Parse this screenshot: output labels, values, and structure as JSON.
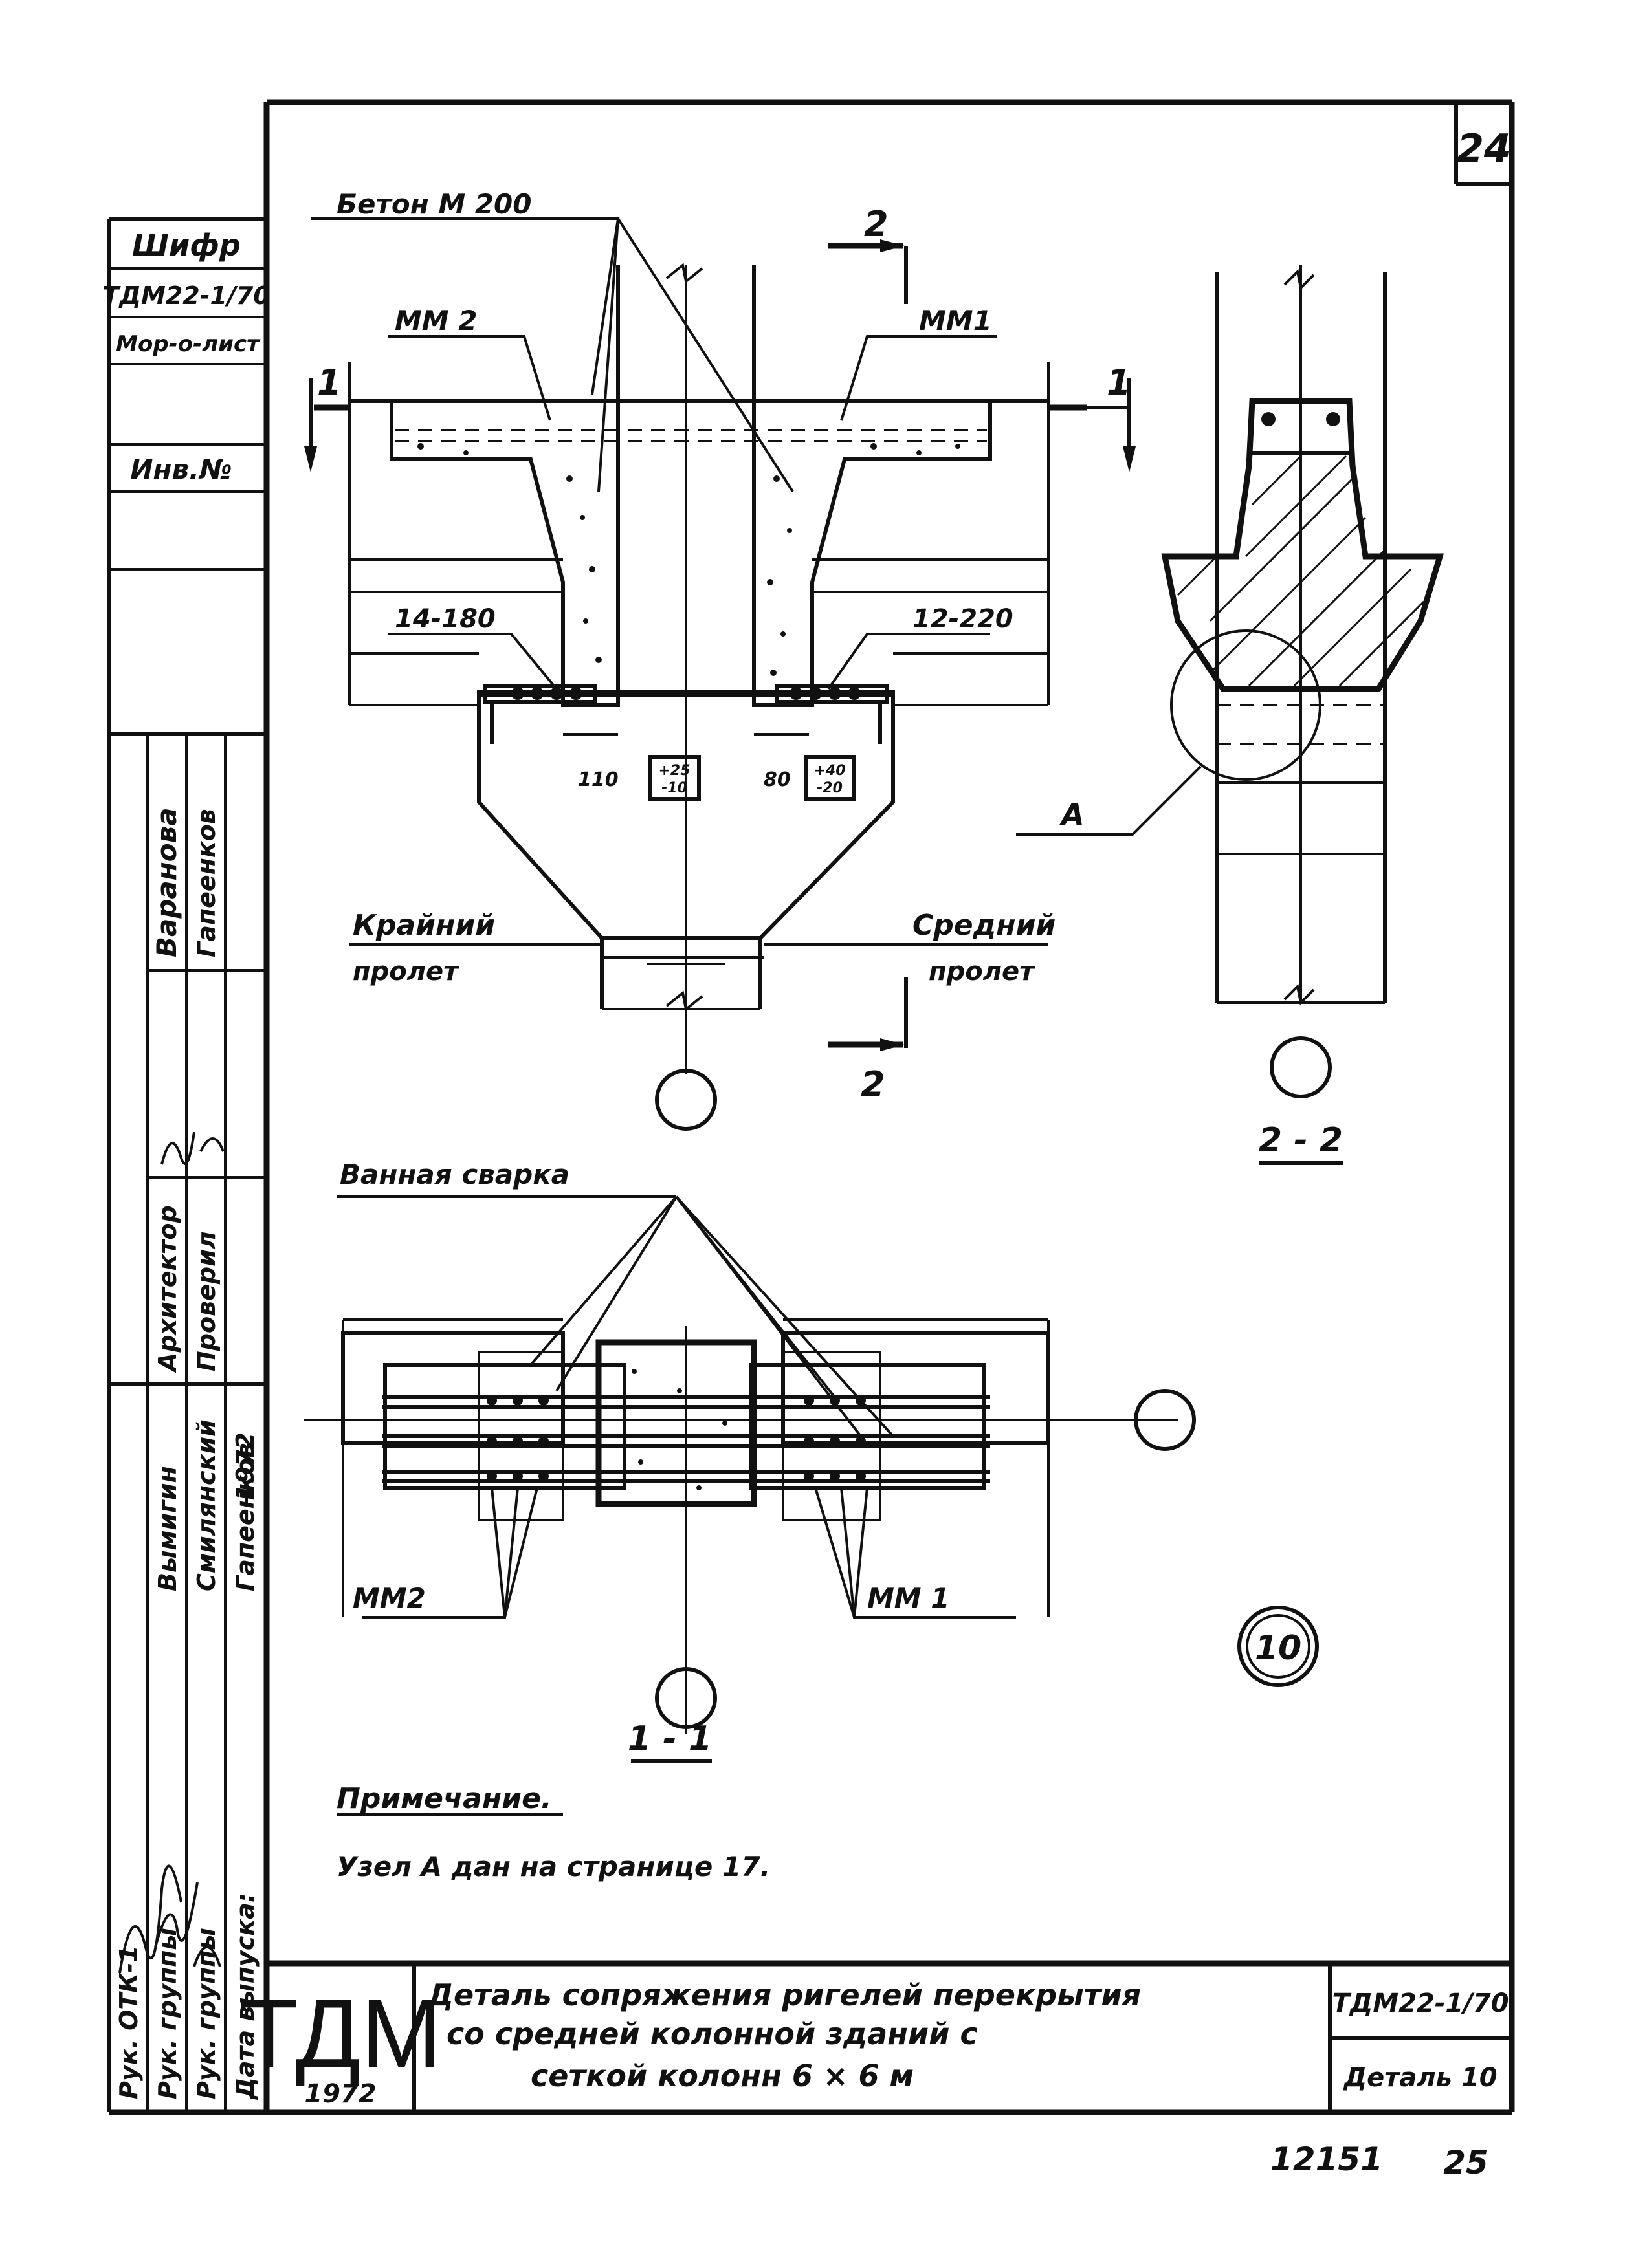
{
  "sheet_number": "24",
  "bottom_numbers": {
    "left": "12151",
    "right": "25"
  },
  "side_stamp": {
    "cipher_label": "Шифр",
    "cipher_value": "ТДМ22-1/70",
    "sheet_field": "Мор-о-лист",
    "inv_label": "Инв.№",
    "columns": [
      [
        "Рук. ОТК-1",
        "Рук. группы",
        "Рук. группы"
      ],
      [
        "Вымигин",
        "Смилянский",
        "Гапеенков"
      ],
      [
        "Архитектор",
        "Проверил",
        "Дата выпуска:"
      ],
      [
        "Варанова",
        "Гапеенков",
        "1972"
      ]
    ]
  },
  "drawing": {
    "labels": {
      "concrete": "Бетон М 200",
      "mm2": "ММ 2",
      "mm1": "ММ1",
      "bar_left": "14-180",
      "bar_right": "12-220",
      "dim_left": "110",
      "dim_right": "80",
      "box_left_top": "+25",
      "box_left_bottom": "-10",
      "box_right_top": "+40",
      "box_right_bottom": "-20",
      "span_left_1": "Крайний",
      "span_left_2": "пролет",
      "span_right_1": "Средний",
      "span_right_2": "пролет",
      "cut_2": "2",
      "cut_1": "1",
      "node_a": "А",
      "section_22": "2 - 2",
      "bath_weld": "Ванная сварка",
      "mm2_plan": "ММ2",
      "mm1_plan": "ММ 1",
      "section_11": "1 - 1",
      "detail_no": "10"
    },
    "note_title": "Примечание.",
    "note_text": "Узел А дан на странице 17."
  },
  "title_block": {
    "logo": "ТДМ",
    "logo_year": "1972",
    "title_line1": "Деталь сопряжения ригелей перекрытия",
    "title_line2": "со средней колонной зданий с",
    "title_line3": "сеткой колонн 6 × 6 м",
    "code": "ТДМ22-1/70",
    "detail": "Деталь 10"
  }
}
